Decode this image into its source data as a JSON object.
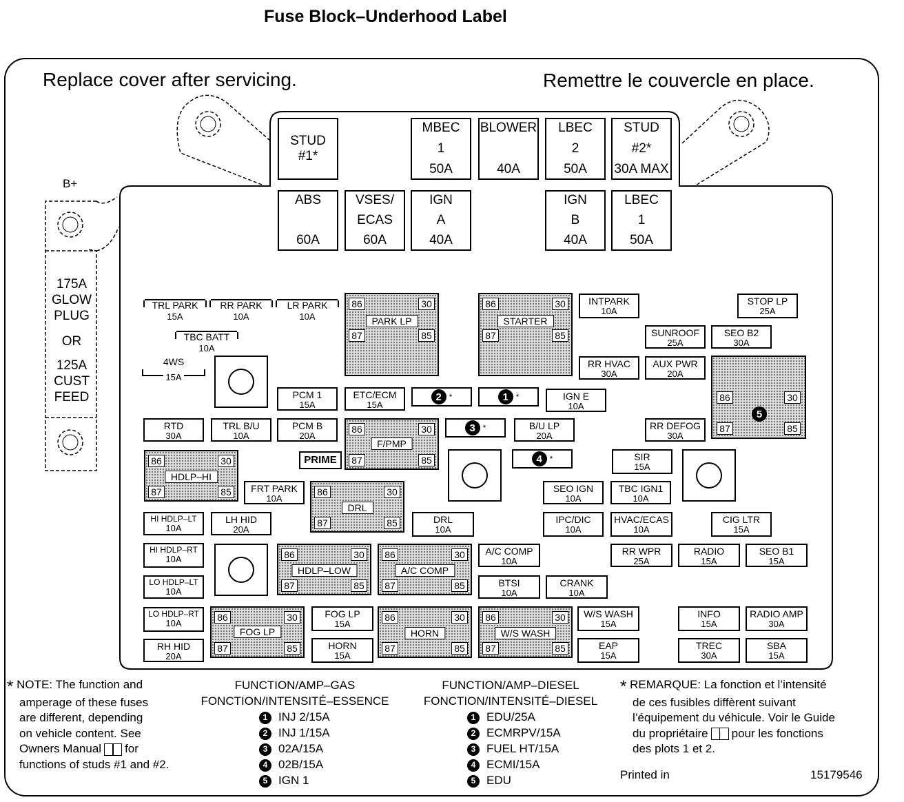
{
  "title": "Fuse Block–Underhood Label",
  "header": {
    "left": "Replace cover after servicing.",
    "right": "Remettre le couvercle en place."
  },
  "side": {
    "b_plus": "B+",
    "lines": [
      "175A",
      "GLOW",
      "PLUG",
      "OR",
      "125A",
      "CUST",
      "FEED"
    ]
  },
  "maxi": [
    {
      "lines": [
        "STUD",
        "#1*",
        ""
      ]
    },
    {
      "lines": [
        "MBEC",
        "1",
        "50A"
      ]
    },
    {
      "lines": [
        "BLOWER",
        "",
        "40A"
      ]
    },
    {
      "lines": [
        "LBEC",
        "2",
        "50A"
      ]
    },
    {
      "lines": [
        "STUD",
        "#2*",
        "30A MAX"
      ]
    },
    {
      "lines": [
        "ABS",
        "",
        "60A"
      ]
    },
    {
      "lines": [
        "VSES/",
        "ECAS",
        "60A"
      ]
    },
    {
      "lines": [
        "IGN",
        "A",
        "40A"
      ]
    },
    {
      "lines": [
        "IGN",
        "B",
        "40A"
      ]
    },
    {
      "lines": [
        "LBEC",
        "1",
        "50A"
      ]
    }
  ],
  "fuses": [
    {
      "name": "TRL PARK",
      "amp": "15A"
    },
    {
      "name": "RR PARK",
      "amp": "10A"
    },
    {
      "name": "LR PARK",
      "amp": "10A"
    },
    {
      "name": "TBC BATT",
      "amp": "10A"
    },
    {
      "name": "4WS",
      "amp": "15A"
    },
    {
      "name": "INTPARK",
      "amp": "10A"
    },
    {
      "name": "STOP LP",
      "amp": "25A"
    },
    {
      "name": "SUNROOF",
      "amp": "25A"
    },
    {
      "name": "SEO B2",
      "amp": "30A"
    },
    {
      "name": "RR HVAC",
      "amp": "30A"
    },
    {
      "name": "AUX PWR",
      "amp": "20A"
    },
    {
      "name": "PCM 1",
      "amp": "15A"
    },
    {
      "name": "ETC/ECM",
      "amp": "15A"
    },
    {
      "name": "IGN E",
      "amp": "10A"
    },
    {
      "name": "RTD",
      "amp": "30A"
    },
    {
      "name": "TRL B/U",
      "amp": "10A"
    },
    {
      "name": "PCM B",
      "amp": "20A"
    },
    {
      "name": "B/U LP",
      "amp": "20A"
    },
    {
      "name": "RR DEFOG",
      "amp": "30A"
    },
    {
      "name": "SIR",
      "amp": "15A"
    },
    {
      "name": "FRT PARK",
      "amp": "10A"
    },
    {
      "name": "SEO IGN",
      "amp": "10A"
    },
    {
      "name": "TBC IGN1",
      "amp": "10A"
    },
    {
      "name": "HI HDLP–LT",
      "amp": "10A"
    },
    {
      "name": "LH HID",
      "amp": "20A"
    },
    {
      "name": "DRL",
      "amp": "10A"
    },
    {
      "name": "IPC/DIC",
      "amp": "10A"
    },
    {
      "name": "HVAC/ECAS",
      "amp": "10A"
    },
    {
      "name": "CIG LTR",
      "amp": "15A"
    },
    {
      "name": "HI HDLP–RT",
      "amp": "10A"
    },
    {
      "name": "A/C COMP",
      "amp": "10A"
    },
    {
      "name": "RR WPR",
      "amp": "25A"
    },
    {
      "name": "RADIO",
      "amp": "15A"
    },
    {
      "name": "SEO B1",
      "amp": "15A"
    },
    {
      "name": "LO HDLP–LT",
      "amp": "10A"
    },
    {
      "name": "BTSI",
      "amp": "10A"
    },
    {
      "name": "CRANK",
      "amp": "10A"
    },
    {
      "name": "LO HDLP–RT",
      "amp": "10A"
    },
    {
      "name": "FOG LP",
      "amp": "15A"
    },
    {
      "name": "W/S WASH",
      "amp": "15A"
    },
    {
      "name": "INFO",
      "amp": "15A"
    },
    {
      "name": "RADIO AMP",
      "amp": "30A"
    },
    {
      "name": "RH HID",
      "amp": "20A"
    },
    {
      "name": "HORN",
      "amp": "15A"
    },
    {
      "name": "EAP",
      "amp": "15A"
    },
    {
      "name": "TREC",
      "amp": "30A"
    },
    {
      "name": "SBA",
      "amp": "15A"
    }
  ],
  "prime": "PRIME",
  "relays": [
    {
      "name": "PARK LP"
    },
    {
      "name": "STARTER"
    },
    {
      "name": "F/PMP"
    },
    {
      "name": "HDLP–HI"
    },
    {
      "name": "DRL"
    },
    {
      "name": "HDLP–LOW"
    },
    {
      "name": "A/C COMP"
    },
    {
      "name": "FOG LP"
    },
    {
      "name": "HORN"
    },
    {
      "name": "W/S WASH"
    },
    {
      "name": ""
    }
  ],
  "pins": [
    "86",
    "30",
    "87",
    "85"
  ],
  "slots": [
    {
      "num": "2",
      "star": "*"
    },
    {
      "num": "1",
      "star": "*"
    },
    {
      "num": "3",
      "star": "*"
    },
    {
      "num": "4",
      "star": "*"
    }
  ],
  "relay5_num": "5",
  "note_en": {
    "star": "*",
    "lines": [
      "NOTE:  The function and",
      "amperage of these fuses",
      "are different, depending",
      "on vehicle content.  See",
      "Owners Manual",
      "for",
      "functions of studs #1 and #2."
    ]
  },
  "legend_gas": {
    "heading": [
      "FUNCTION/AMP–GAS",
      "FONCTION/INTENSITÉ–ESSENCE"
    ],
    "items": [
      {
        "num": "1",
        "text": "INJ 2/15A"
      },
      {
        "num": "2",
        "text": "INJ 1/15A"
      },
      {
        "num": "3",
        "text": "02A/15A"
      },
      {
        "num": "4",
        "text": "02B/15A"
      },
      {
        "num": "5",
        "text": "IGN 1"
      }
    ]
  },
  "legend_diesel": {
    "heading": [
      "FUNCTION/AMP–DIESEL",
      "FONCTION/INTENSITÉ–DIESEL"
    ],
    "items": [
      {
        "num": "1",
        "text": "EDU/25A"
      },
      {
        "num": "2",
        "text": "ECMRPV/15A"
      },
      {
        "num": "3",
        "text": "FUEL HT/15A"
      },
      {
        "num": "4",
        "text": "ECMI/15A"
      },
      {
        "num": "5",
        "text": "EDU"
      }
    ]
  },
  "note_fr": {
    "star": "*",
    "lines": [
      "REMARQUE:  La fonction et l’intensité",
      "de ces fusibles diffèrent suivant",
      "l’équipement du véhicule. Voir le Guide",
      "du propriétaire",
      "pour les fonctions",
      "des plots 1 et 2."
    ]
  },
  "footer": {
    "printed": "Printed in",
    "part": "15179546"
  },
  "book_icon_glyph": "i"
}
